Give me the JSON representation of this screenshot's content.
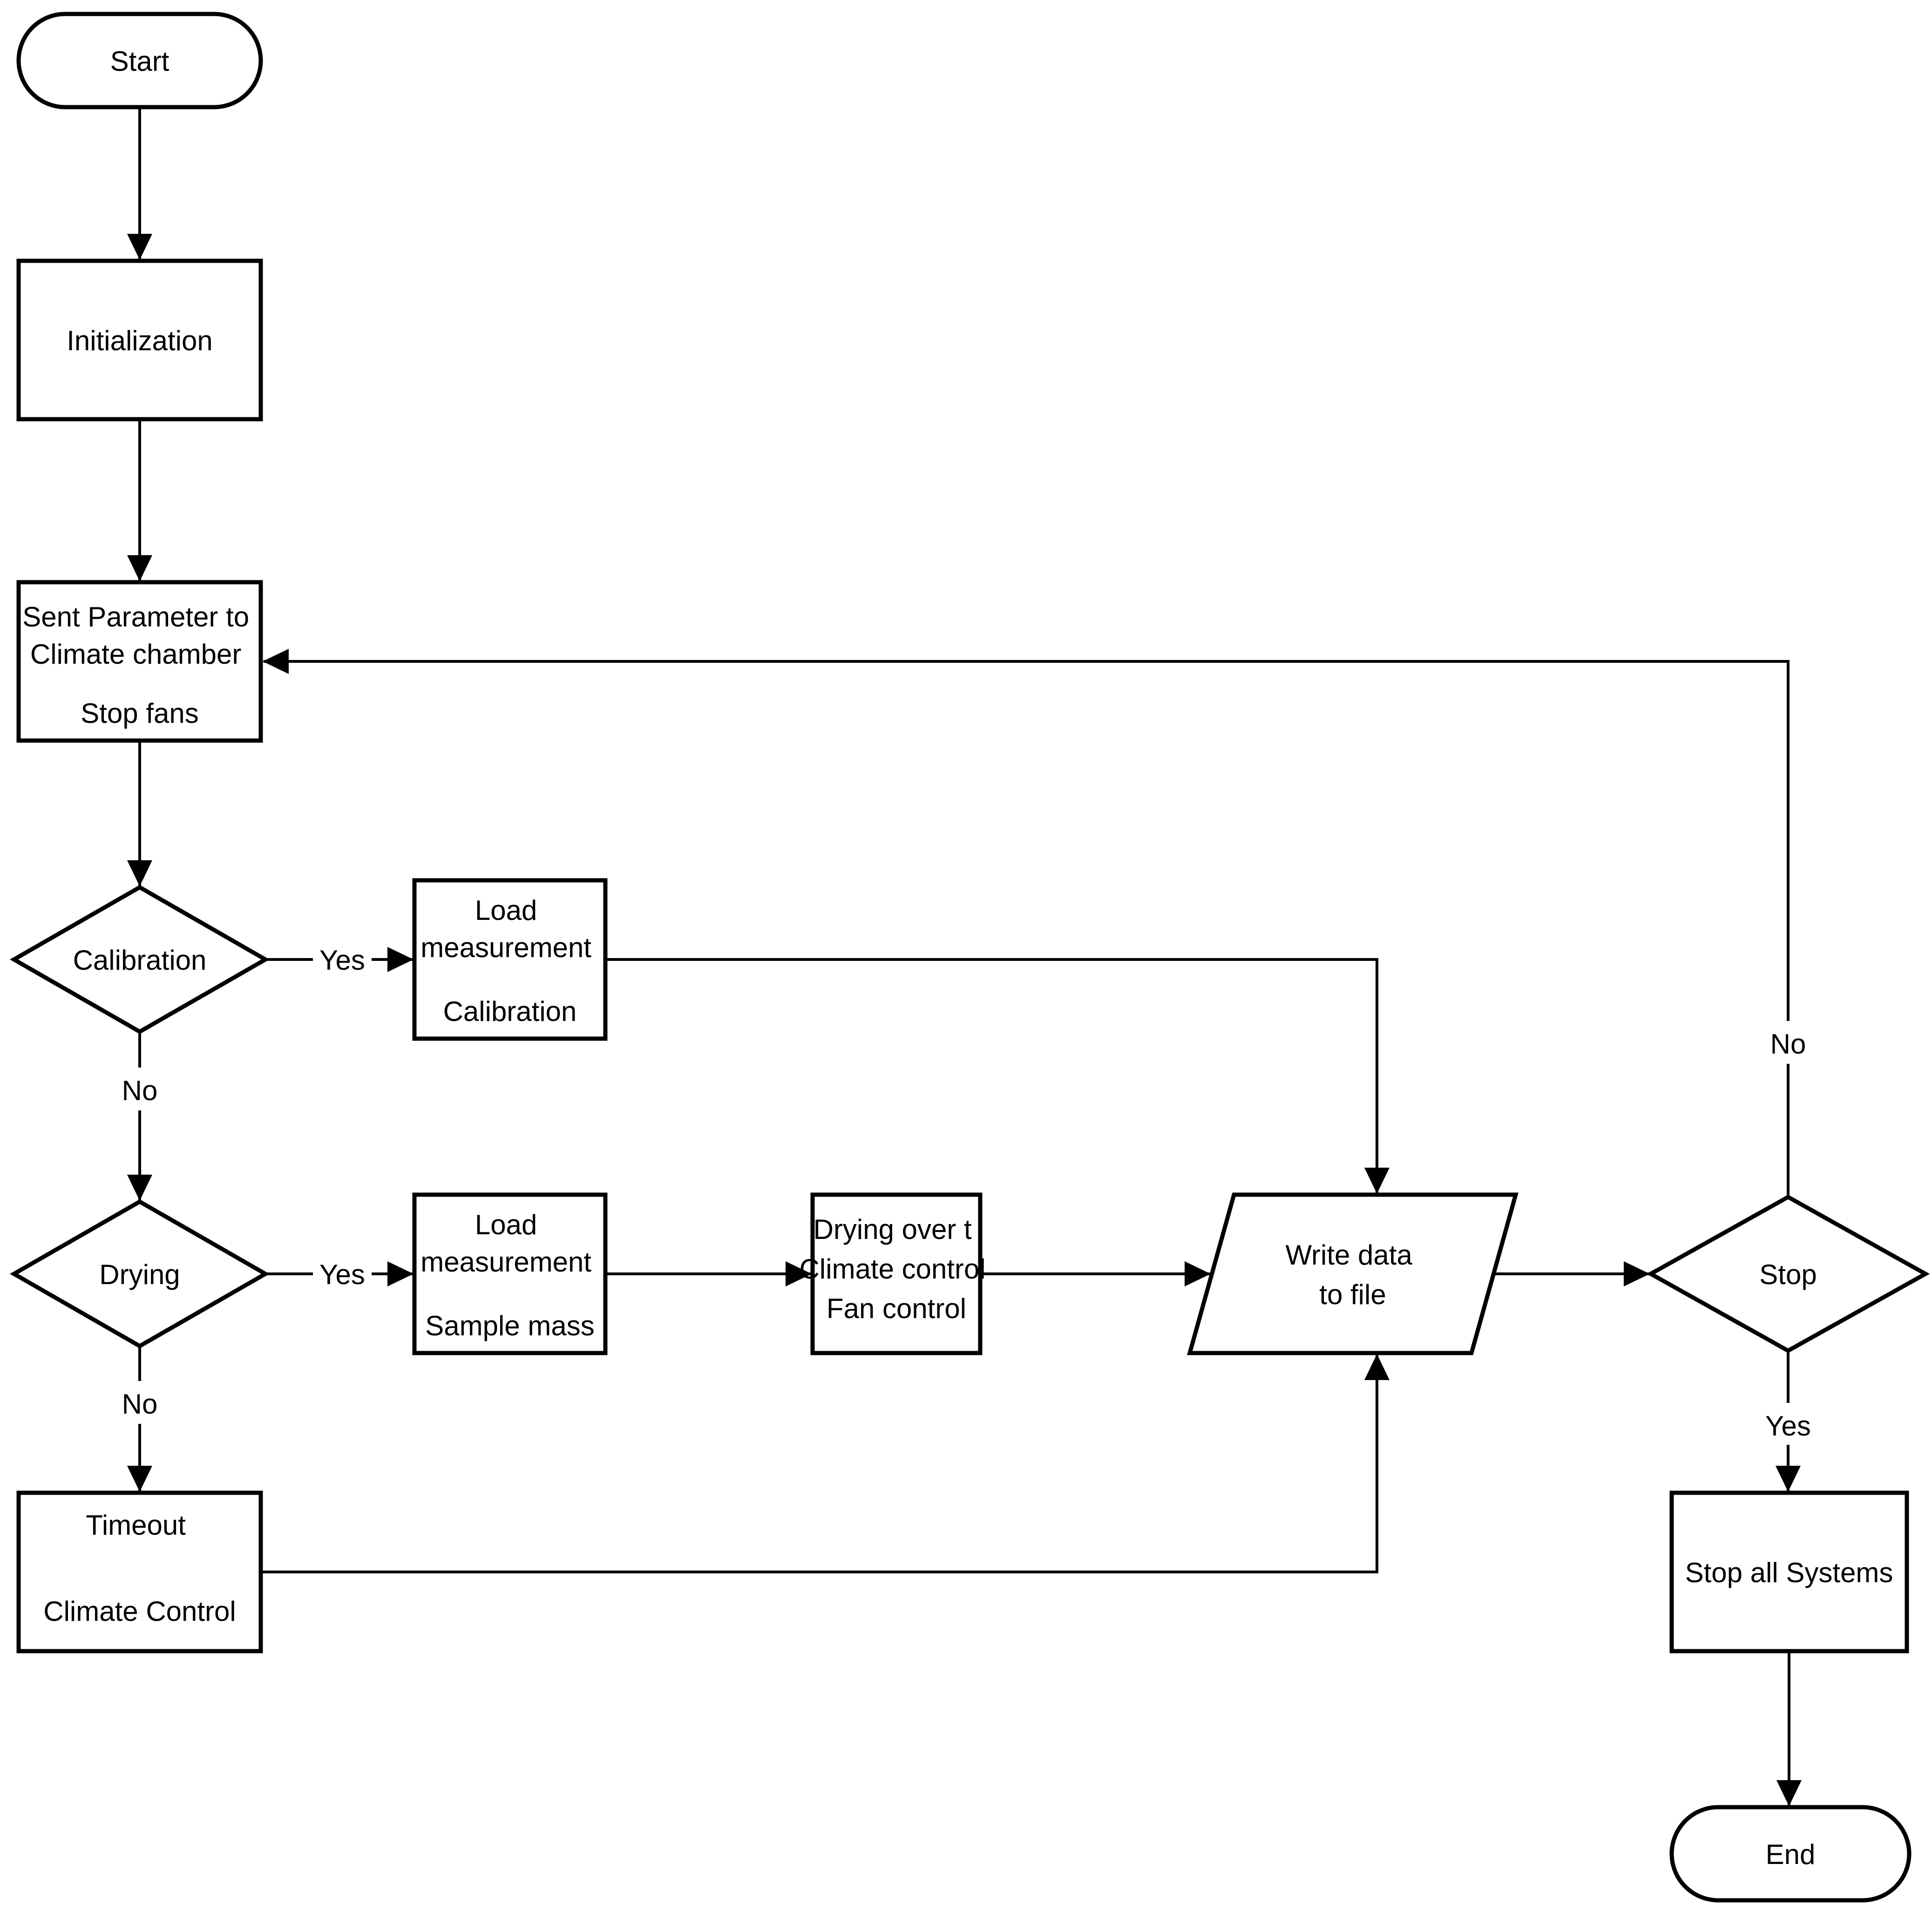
{
  "diagram_type": "flowchart",
  "colors": {
    "shape_stroke": "#000000",
    "text": "#000000",
    "background": "#ffffff"
  },
  "nodes": {
    "start": {
      "label": "Start"
    },
    "initialization": {
      "label": "Initialization"
    },
    "sent_parameter": {
      "lines": [
        "Sent Parameter to",
        "Climate chamber",
        "Stop fans"
      ]
    },
    "calibration_decision": {
      "label": "Calibration"
    },
    "load_measurement_calibration": {
      "lines": [
        "Load",
        "measurement",
        "Calibration"
      ]
    },
    "drying_decision": {
      "label": "Drying"
    },
    "load_measurement_sample": {
      "lines": [
        "Load",
        "measurement",
        "Sample mass"
      ]
    },
    "drying_over_t": {
      "lines": [
        "Drying over t",
        "Climate control",
        "Fan control"
      ]
    },
    "write_data": {
      "lines": [
        "Write data",
        "to file"
      ]
    },
    "stop_decision": {
      "label": "Stop"
    },
    "timeout": {
      "lines": [
        "Timeout",
        "Climate Control"
      ]
    },
    "stop_all_systems": {
      "label": "Stop all Systems"
    },
    "end": {
      "label": "End"
    }
  },
  "edges": {
    "calibration_yes": {
      "label": "Yes"
    },
    "calibration_no": {
      "label": "No"
    },
    "drying_yes": {
      "label": "Yes"
    },
    "drying_no": {
      "label": "No"
    },
    "stop_no": {
      "label": "No"
    },
    "stop_yes": {
      "label": "Yes"
    }
  }
}
